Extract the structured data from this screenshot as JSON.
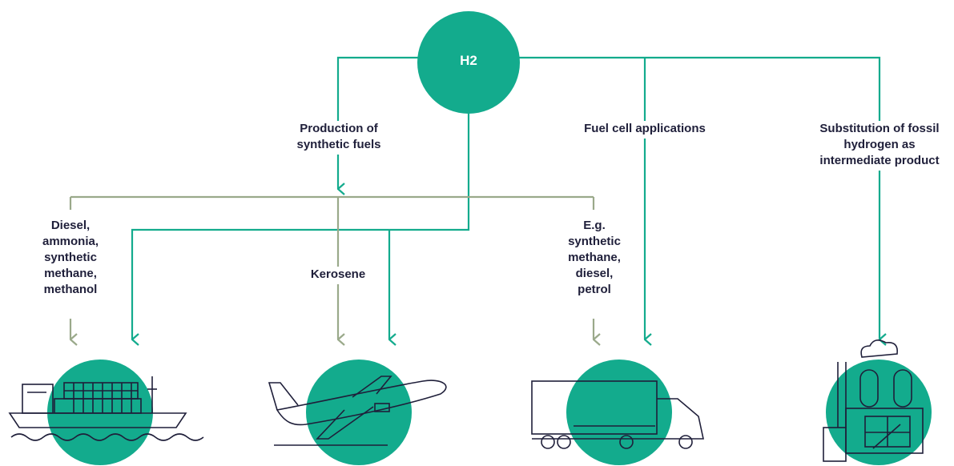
{
  "colors": {
    "teal": "#13ab8d",
    "olive": "#9aa98a",
    "navy": "#1f1f3a",
    "hub_text": "#ffffff"
  },
  "hub": {
    "label": "H2"
  },
  "branches": {
    "synthetic_fuels": "Production of\nsynthetic fuels",
    "fuel_cell": "Fuel cell applications",
    "substitution": "Substitution of fossil\nhydrogen as\nintermediate product"
  },
  "fuels": {
    "ship": "Diesel,\nammonia,\nsynthetic\nmethane,\nmethanol",
    "plane": "Kerosene",
    "truck": "E.g.\nsynthetic\nmethane,\ndiesel,\npetrol"
  },
  "end_uses": [
    {
      "icon": "cargo-ship-icon"
    },
    {
      "icon": "airplane-icon"
    },
    {
      "icon": "truck-icon"
    },
    {
      "icon": "industrial-plant-icon"
    }
  ]
}
